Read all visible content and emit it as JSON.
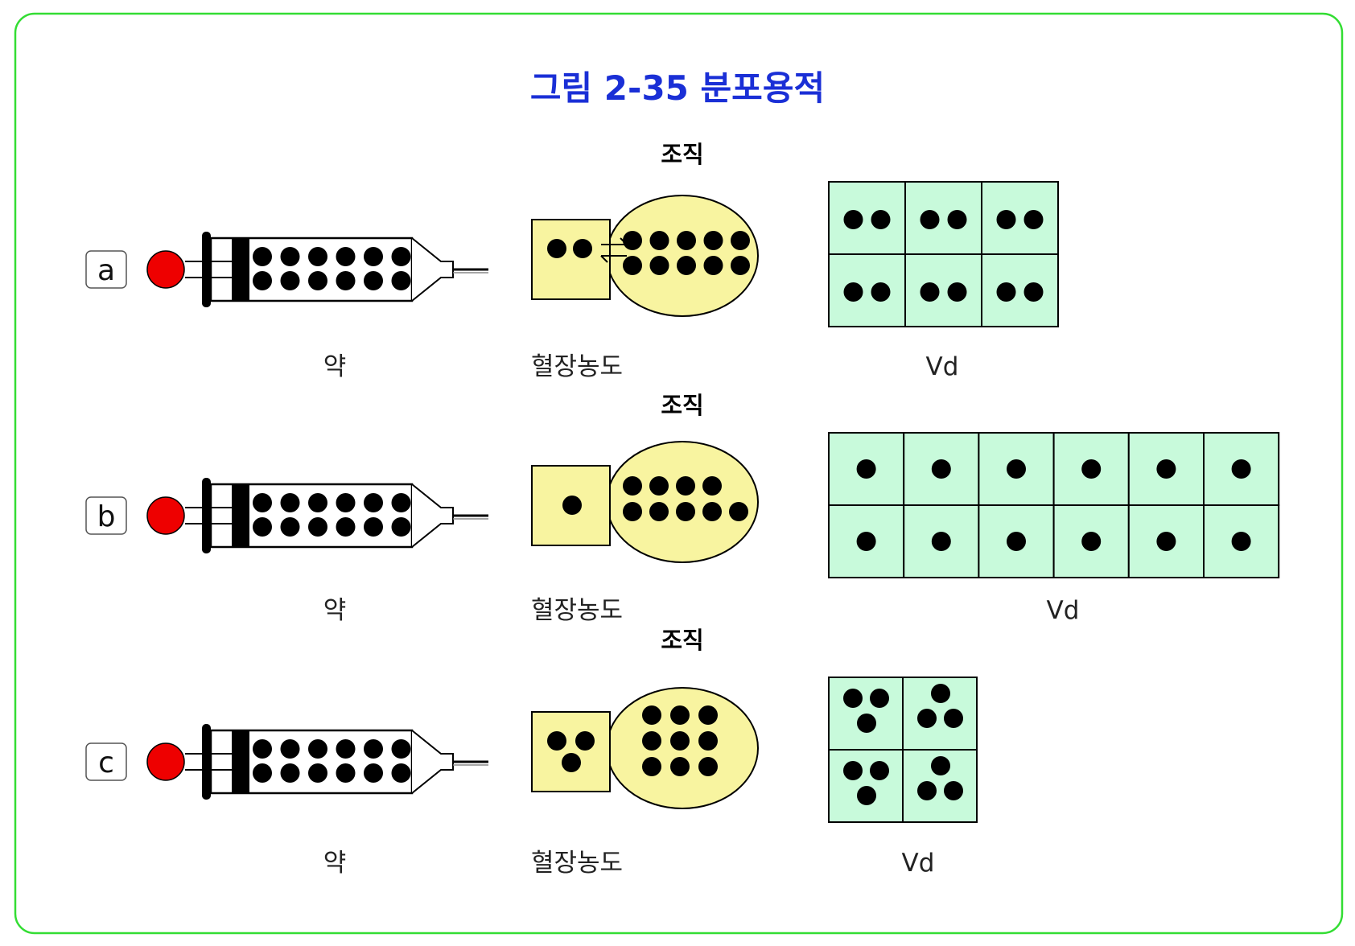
{
  "title": "그림 2-35  분포용적",
  "colors": {
    "frame": "#33dd33",
    "title": "#1a2fd6",
    "plunger": "#ee0000",
    "plasma": "#f8f4a0",
    "tissue": "#f8f4a0",
    "vd_cell": "#c8fadb",
    "dot": "#000000"
  },
  "rows": [
    {
      "tag": "a",
      "drug_label": "약",
      "tissue_label": "조직",
      "plasma_label": "혈장농도",
      "vd_label": "Vd",
      "syringe_dots": 12,
      "plasma_dots": 2,
      "tissue_dots": 10,
      "exchange_arrows": true,
      "vd_grid": {
        "cols": 3,
        "rows": 2,
        "dots_per_cell": 2
      }
    },
    {
      "tag": "b",
      "drug_label": "약",
      "tissue_label": "조직",
      "plasma_label": "혈장농도",
      "vd_label": "Vd",
      "syringe_dots": 12,
      "plasma_dots": 1,
      "tissue_dots": 9,
      "exchange_arrows": false,
      "vd_grid": {
        "cols": 6,
        "rows": 2,
        "dots_per_cell": 1
      }
    },
    {
      "tag": "c",
      "drug_label": "약",
      "tissue_label": "조직",
      "plasma_label": "혈장농도",
      "vd_label": "Vd",
      "syringe_dots": 12,
      "plasma_dots": 3,
      "tissue_dots": 9,
      "exchange_arrows": false,
      "vd_grid": {
        "cols": 2,
        "rows": 2,
        "dots_per_cell": 3
      }
    }
  ]
}
